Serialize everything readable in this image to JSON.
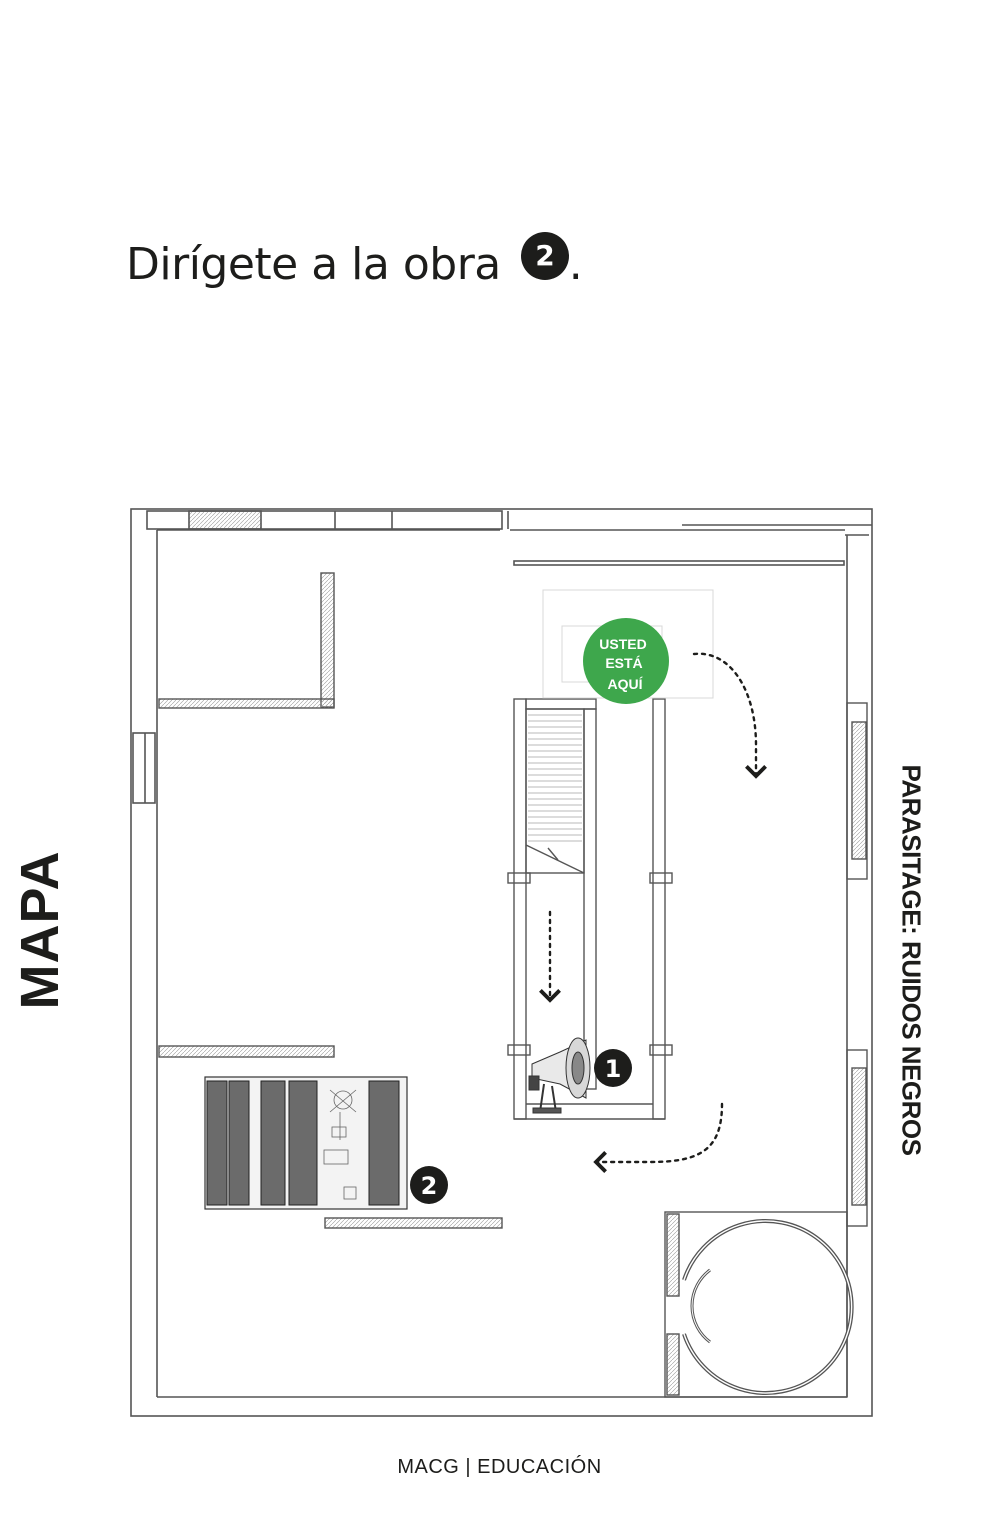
{
  "instruction": {
    "text": "Dirígete a la obra",
    "badge": "2",
    "suffix": "."
  },
  "side_title": "MAPA",
  "exhibition_title": "PARASITAGE: RUIDOS NEGROS",
  "you_are_here": {
    "line1": "USTED",
    "line2": "ESTÁ",
    "line3": "AQUÍ",
    "color": "#3ea74c"
  },
  "markers": [
    {
      "number": "1"
    },
    {
      "number": "2"
    }
  ],
  "footer": "MACG | EDUCACIÓN",
  "colors": {
    "ink": "#1d1d1b",
    "wall": "#555555",
    "panel": "#6b6b6b"
  }
}
